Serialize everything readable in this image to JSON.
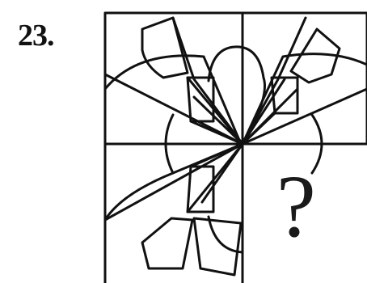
{
  "question": {
    "number": "23.",
    "missing_symbol": "?"
  },
  "figure": {
    "line_color": "#111111",
    "background": "#ffffff",
    "quadrants": [
      "top-left",
      "top-right",
      "bottom-left",
      "bottom-right-missing"
    ]
  }
}
